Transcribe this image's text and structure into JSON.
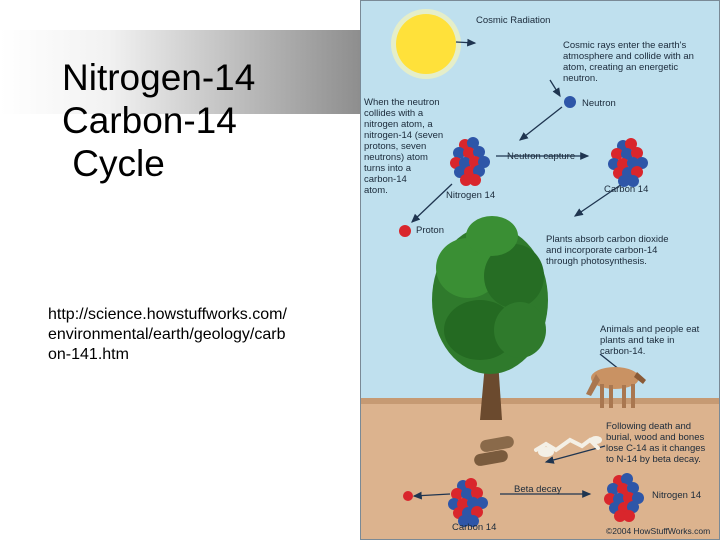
{
  "slide": {
    "title": "Nitrogen-14\nCarbon-14\n Cycle",
    "link": "http://science.howstuffworks.com/\nenvironmental/earth/geology/carb\non-141.htm"
  },
  "diagram": {
    "labels": {
      "cosmic_radiation": "Cosmic Radiation",
      "cosmic_rays": [
        "Cosmic rays enter the earth's",
        "atmosphere and collide with an",
        "atom, creating an energetic",
        "neutron."
      ],
      "neutron": "Neutron",
      "when_neutron": [
        "When the neutron",
        "collides with a",
        "nitrogen atom, a",
        "nitrogen-14 (seven",
        "protons, seven",
        "neutrons) atom",
        "turns into a",
        "carbon-14",
        "atom."
      ],
      "neutron_capture": "Neutron capture",
      "nitrogen14_top": "Nitrogen 14",
      "carbon14_top": "Carbon 14",
      "proton": "Proton",
      "plants": [
        "Plants absorb carbon dioxide",
        "and incorporate carbon-14",
        "through photosynthesis."
      ],
      "animals": [
        "Animals and people eat",
        "plants and take in",
        "carbon-14."
      ],
      "following": [
        "Following death and",
        "burial, wood and bones",
        "lose C-14 as it changes",
        "to N-14 by beta decay."
      ],
      "beta_decay": "Beta decay",
      "nitrogen14_bottom": "Nitrogen 14",
      "carbon14_bottom": "Carbon 14",
      "copyright": "©2004 HowStuffWorks.com"
    },
    "colors": {
      "sky": "#bfe0ee",
      "ground": "#dcb38e",
      "sun": "#ffe13a",
      "proton": "#d9262c",
      "neutron": "#2e56a8",
      "tree": "#2f7a2c",
      "trunk": "#6b4a2e"
    }
  }
}
